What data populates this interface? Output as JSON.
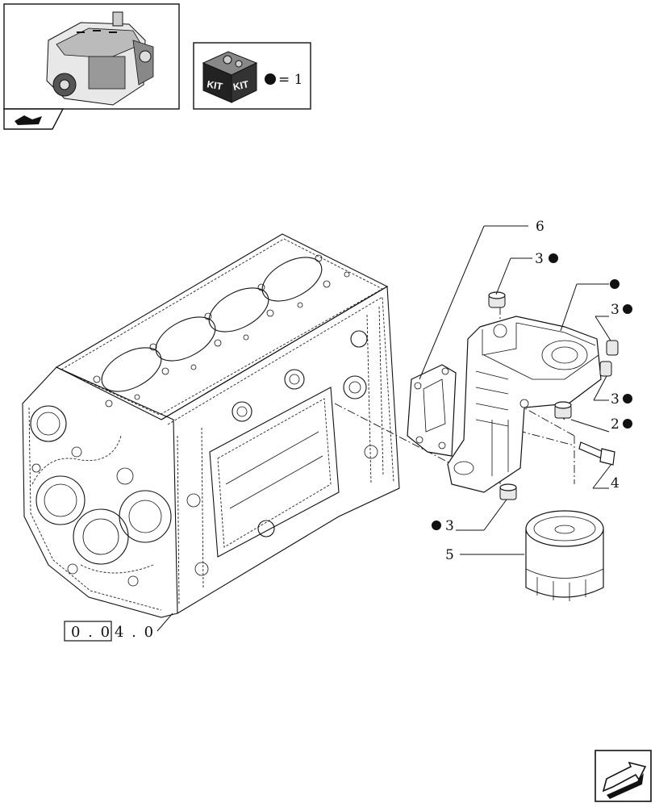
{
  "kit_legend": {
    "kit_word_1": "KIT",
    "kit_word_2": "KIT",
    "equals_text": "= 1"
  },
  "reference": {
    "boxed_digits": "0 . 0",
    "trailing_digits": "4 . 0"
  },
  "callouts": {
    "c6": "6",
    "c3_top": "3",
    "c3_right_top": "3",
    "c3_right_bottom": "3",
    "c2": "2",
    "c4": "4",
    "c3_bottom": "3",
    "c5": "5"
  },
  "colors": {
    "line": "#111111",
    "background": "#ffffff"
  },
  "icons": [
    "engine-thumbnail",
    "kit-box-icon",
    "next-page-arrow-icon",
    "section-tab-icon"
  ]
}
